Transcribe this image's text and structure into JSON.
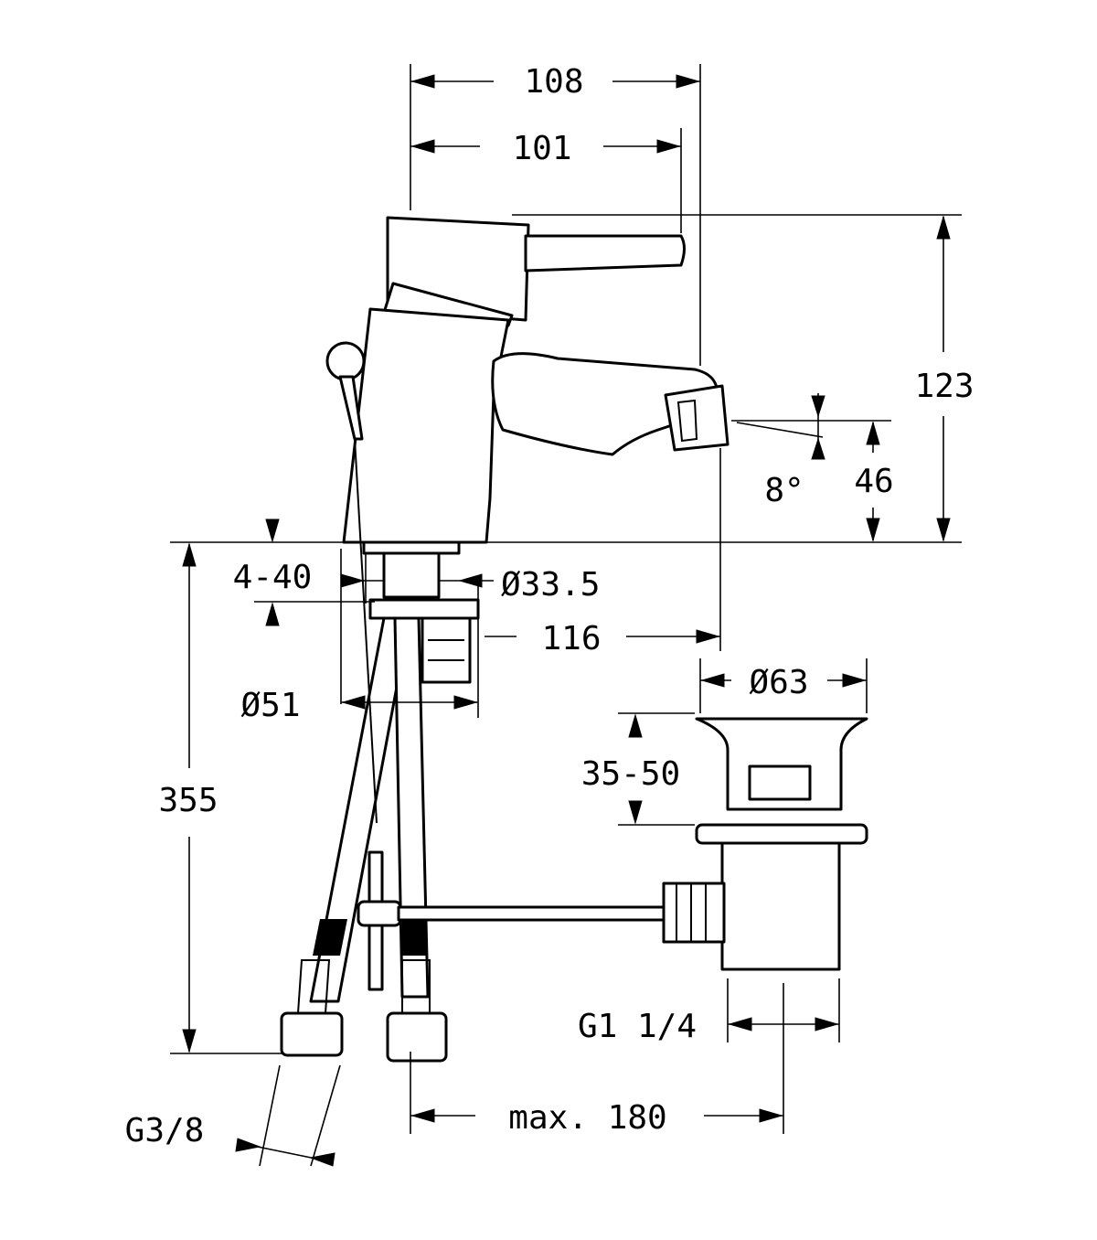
{
  "dimensions": {
    "width_total": "108",
    "width_lever": "101",
    "height_total": "123",
    "spout_height": "46",
    "spout_angle": "8°",
    "mount_thickness": "4-40",
    "mount_dia": "Ø33.5",
    "spout_reach": "116",
    "base_dia": "Ø51",
    "hose_length": "355",
    "waste_dia": "Ø63",
    "waste_depth": "35-50",
    "waste_thread": "G1 1/4",
    "pop_up_reach": "max. 180",
    "inlet_thread": "G3/8"
  }
}
